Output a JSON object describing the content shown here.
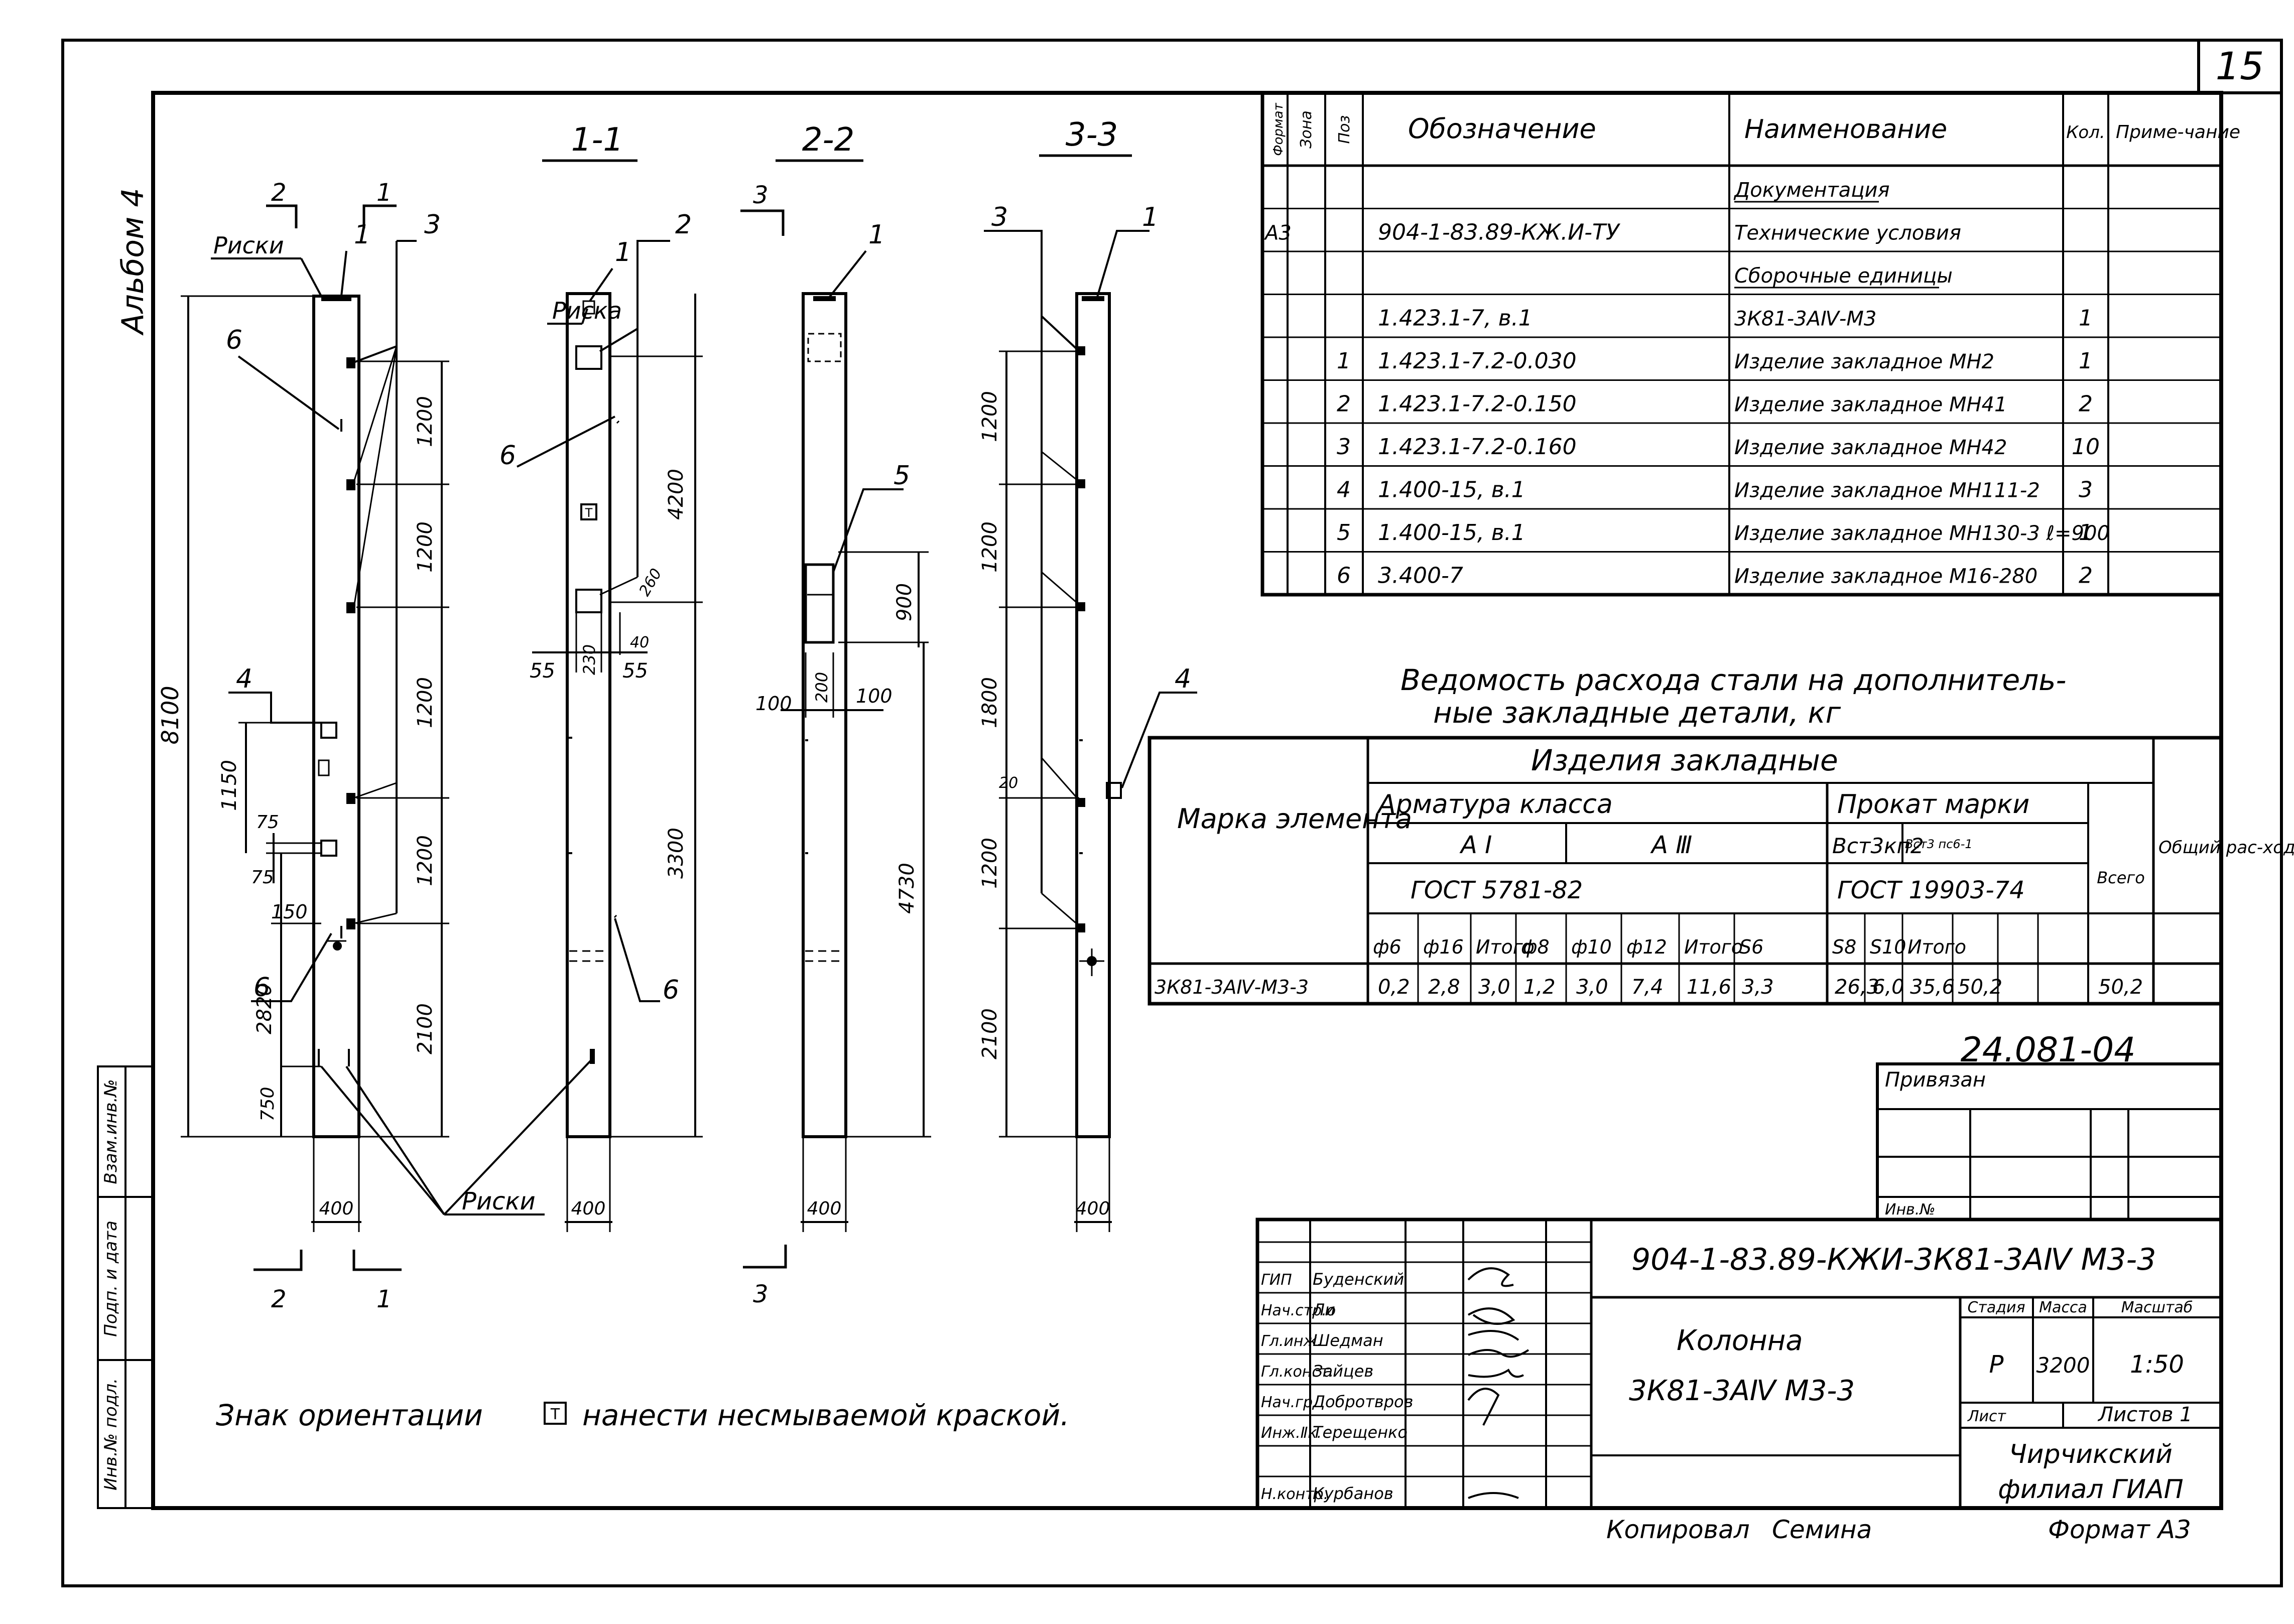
{
  "sheet": {
    "page_number": "15",
    "album": "Альбом 4",
    "project_code": "24.081-04",
    "copied_by": "Копировал",
    "copier_name": "Семина",
    "format_label": "Формат А3"
  },
  "sections": {
    "s11": "1-1",
    "s22": "2-2",
    "s33": "3-3",
    "cut_labels": [
      "2",
      "1",
      "3",
      "2",
      "1",
      "3"
    ]
  },
  "drawing": {
    "riski": "Риски",
    "riska": "Риска",
    "callouts": [
      "1",
      "2",
      "3",
      "4",
      "5",
      "6"
    ],
    "dims": {
      "e_total": "8100",
      "e_1150": "1150",
      "e_75a": "75",
      "e_75b": "75",
      "e_150": "150",
      "e_2820": "2820",
      "e_750": "750",
      "e_1200a": "1200",
      "e_1200b": "1200",
      "e_1200c": "1200",
      "e_1200d": "1200",
      "e_2100": "2100",
      "e_400": "400",
      "s1_4200": "4200",
      "s1_3300": "3300",
      "s1_55a": "55",
      "s1_230": "230",
      "s1_55b": "55",
      "s1_40": "40",
      "s1_260": "260",
      "s1_400": "400",
      "s2_900": "900",
      "s2_100a": "100",
      "s2_200": "200",
      "s2_100b": "100",
      "s2_4730": "4730",
      "s2_400": "400",
      "s3_1200a": "1200",
      "s3_1200b": "1200",
      "s3_1800": "1800",
      "s3_20": "20",
      "s3_1200c": "1200",
      "s3_2100": "2100",
      "s3_400": "400"
    },
    "orientation_mark": "Т",
    "note_before": "Знак ориентации",
    "note_after": "нанести несмываемой краской."
  },
  "spec_table": {
    "headers": [
      "Формат",
      "Зона",
      "Поз",
      "Обозначение",
      "Наименование",
      "Кол.",
      "Приме-чание"
    ],
    "rows": [
      {
        "fmt": "",
        "pos": "",
        "code": "",
        "name": "Документация",
        "qty": ""
      },
      {
        "fmt": "А3",
        "pos": "",
        "code": "904-1-83.89-КЖ.И-ТУ",
        "name": "Технические условия",
        "qty": ""
      },
      {
        "fmt": "",
        "pos": "",
        "code": "",
        "name": "Сборочные единицы",
        "qty": ""
      },
      {
        "fmt": "",
        "pos": "",
        "code": "1.423.1-7, в.1",
        "name": "3К81-3АⅣ-М3",
        "qty": "1"
      },
      {
        "fmt": "",
        "pos": "1",
        "code": "1.423.1-7.2-0.030",
        "name": "Изделие закладное МН2",
        "qty": "1"
      },
      {
        "fmt": "",
        "pos": "2",
        "code": "1.423.1-7.2-0.150",
        "name": "Изделие закладное МН41",
        "qty": "2"
      },
      {
        "fmt": "",
        "pos": "3",
        "code": "1.423.1-7.2-0.160",
        "name": "Изделие закладное МН42",
        "qty": "10"
      },
      {
        "fmt": "",
        "pos": "4",
        "code": "1.400-15, в.1",
        "name": "Изделие закладное МН111-2",
        "qty": "3"
      },
      {
        "fmt": "",
        "pos": "5",
        "code": "1.400-15, в.1",
        "name": "Изделие закладное МН130-3 ℓ=900",
        "qty": "1"
      },
      {
        "fmt": "",
        "pos": "6",
        "code": "3.400-7",
        "name": "Изделие закладное М16-280",
        "qty": "2"
      }
    ]
  },
  "steel_table": {
    "title_line1": "Ведомость расхода стали на дополнитель-",
    "title_line2": "ные закладные детали, кг",
    "col_mark": "Марка элемента",
    "izdelia": "Изделия закладные",
    "armatura": "Арматура класса",
    "prokat": "Прокат марки",
    "class_ai": "А I",
    "class_aiii": "А Ⅲ",
    "gost_arm": "ГОСТ 5781-82",
    "steel_grade": "Вст3кп2",
    "steel_grade_2": "Вст3 пс6-1",
    "gost_prokat": "ГОСТ 19903-74",
    "vsego": "Всего",
    "total": "Общий рас-ход",
    "sub_headers": [
      "ф6",
      "ф16",
      "Итого",
      "ф8",
      "ф10",
      "ф12",
      "Итого",
      "S6",
      "S8",
      "S10",
      "Итого"
    ],
    "row": {
      "mark": "3К81-3АⅣ-М3-3",
      "values": [
        "0,2",
        "2,8",
        "3,0",
        "1,2",
        "3,0",
        "7,4",
        "11,6",
        "3,3",
        "26,3",
        "6,0",
        "35,6",
        "50,2",
        "50,2"
      ]
    }
  },
  "binding_box": {
    "privyazan": "Привязан",
    "inv": "Инв.№"
  },
  "side_stamp": [
    "Взам.инв.№",
    "Подп. и дата",
    "Инв.№ подл."
  ],
  "title_block": {
    "designation": "904-1-83.89-КЖИ-3К81-3АⅣ М3-3",
    "name_line1": "Колонна",
    "name_line2": "3К81-3АⅣ М3-3",
    "stadia": "Стадия",
    "massa": "Масса",
    "masshtab": "Масштаб",
    "stadia_val": "Р",
    "massa_val": "3200",
    "masshtab_val": "1:50",
    "list": "Лист",
    "listov": "Листов 1",
    "org_line1": "Чирчикский",
    "org_line2": "филиал ГИАП",
    "staff": [
      {
        "role": "ГИП",
        "name": "Буденский"
      },
      {
        "role": "Нач.стр.о",
        "name": "Ли"
      },
      {
        "role": "Гл.инж.",
        "name": "Шедман"
      },
      {
        "role": "Гл.конст.",
        "name": "Зайцев"
      },
      {
        "role": "Нач.гр.",
        "name": "Добротвров"
      },
      {
        "role": "Инж.Ⅱк.",
        "name": "Терещенко"
      },
      {
        "role": "",
        "name": ""
      },
      {
        "role": "Н.контр.",
        "name": "Курбанов"
      }
    ]
  }
}
